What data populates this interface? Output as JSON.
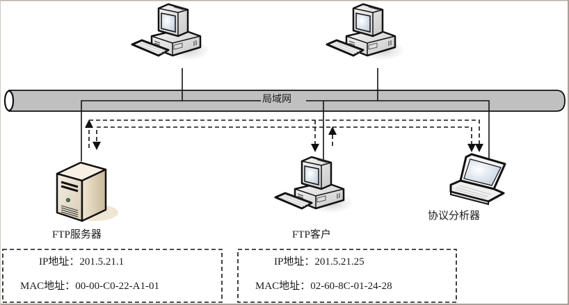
{
  "diagram": {
    "network_label": "局域网",
    "devices": [
      {
        "id": "pc-top-left",
        "type": "desktop-computer",
        "label": ""
      },
      {
        "id": "pc-top-right",
        "type": "desktop-computer",
        "label": ""
      },
      {
        "id": "ftp-server",
        "type": "server-tower",
        "label": "FTP服务器"
      },
      {
        "id": "ftp-client",
        "type": "desktop-computer",
        "label": "FTP客户"
      },
      {
        "id": "protocol-analyzer",
        "type": "laptop",
        "label": "协议分析器"
      }
    ],
    "info_boxes": [
      {
        "device": "ftp-server",
        "ip_label": "IP地址：",
        "ip_value": "201.5.21.1",
        "mac_label": "MAC地址：",
        "mac_value": "00-00-C0-22-A1-01"
      },
      {
        "device": "ftp-client",
        "ip_label": "IP地址：",
        "ip_value": "201.5.21.25",
        "mac_label": "MAC地址：",
        "mac_value": "02-60-8C-01-24-28"
      }
    ],
    "flows": [
      {
        "from": "ftp-server",
        "to": "ftp-client",
        "style": "dashed-arrow"
      },
      {
        "from": "ftp-client",
        "to": "ftp-server",
        "style": "dashed-arrow"
      },
      {
        "from": "ftp-server",
        "to": "protocol-analyzer",
        "style": "dashed-arrow"
      },
      {
        "from": "ftp-client",
        "to": "protocol-analyzer",
        "style": "dashed-arrow"
      }
    ],
    "colors": {
      "bus_fill": "#c0c0c0",
      "line": "#111111",
      "frame": "#b8b0a8"
    }
  }
}
